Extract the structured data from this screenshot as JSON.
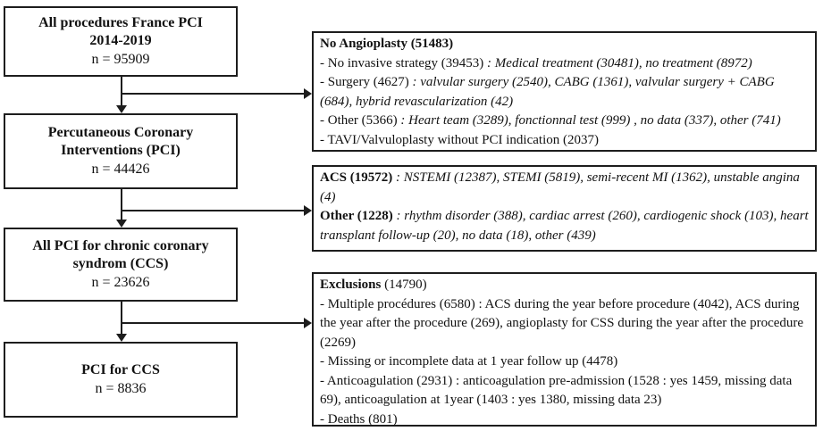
{
  "flowchart": {
    "left_boxes": [
      {
        "id": "all-procedures",
        "paragraphs": [
          [
            {
              "t": "All procedures France PCI",
              "b": true
            }
          ],
          [
            {
              "t": "2014-2019",
              "b": true
            }
          ],
          [
            {
              "t": "n = 95909"
            }
          ]
        ]
      },
      {
        "id": "pci",
        "paragraphs": [
          [
            {
              "t": "Percutaneous Coronary",
              "b": true
            }
          ],
          [
            {
              "t": "Interventions (PCI)",
              "b": true
            }
          ],
          [
            {
              "t": "n = 44426"
            }
          ]
        ]
      },
      {
        "id": "all-pci-ccs",
        "paragraphs": [
          [
            {
              "t": "All PCI for chronic coronary",
              "b": true
            }
          ],
          [
            {
              "t": "syndrom (CCS)",
              "b": true
            }
          ],
          [
            {
              "t": "n = 23626"
            }
          ]
        ]
      },
      {
        "id": "pci-for-ccs",
        "paragraphs": [
          [
            {
              "t": "PCI for CCS",
              "b": true
            }
          ],
          [
            {
              "t": "n = 8836"
            }
          ]
        ]
      }
    ],
    "right_boxes": [
      {
        "id": "no-angioplasty",
        "paragraphs": [
          [
            {
              "t": "No Angioplasty (51483)",
              "b": true
            }
          ],
          [
            {
              "t": "- No invasive strategy (39453) "
            },
            {
              "t": ": Medical treatment (30481), no treatment (8972)",
              "i": true
            }
          ],
          [
            {
              "t": "- Surgery (4627) "
            },
            {
              "t": ": valvular surgery (2540), CABG (1361), valvular surgery + CABG (684), hybrid revascularization (42)",
              "i": true
            }
          ],
          [
            {
              "t": "- Other (5366) "
            },
            {
              "t": ": Heart team (3289), fonctionnal test (999) , no data (337), other (741)",
              "i": true
            }
          ],
          [
            {
              "t": "- TAVI/Valvuloplasty without PCI indication (2037)"
            }
          ]
        ]
      },
      {
        "id": "acs-other",
        "paragraphs": [
          [
            {
              "t": "ACS (19572)",
              "b": true
            },
            {
              "t": " : NSTEMI (12387), STEMI (5819), semi-recent MI (1362), unstable angina (4)",
              "i": true
            }
          ],
          [
            {
              "t": "Other (1228)",
              "b": true
            },
            {
              "t": " : rhythm disorder (388), cardiac arrest (260), cardiogenic shock (103), heart transplant follow-up (20), no data (18), other (439)",
              "i": true
            }
          ]
        ]
      },
      {
        "id": "exclusions",
        "paragraphs": [
          [
            {
              "t": "Exclusions",
              "b": true
            },
            {
              "t": " (14790)"
            }
          ],
          [
            {
              "t": "- Multiple procédures (6580) : ACS during the year before procedure (4042), ACS during the year after the procedure (269), angioplasty for CSS during the year after the procedure (2269)"
            }
          ],
          [
            {
              "t": "- Missing or incomplete data at 1 year follow up (4478)"
            }
          ],
          [
            {
              "t": "- Anticoagulation (2931) : anticoagulation pre-admission (1528 : yes 1459, missing data 69), anticoagulation at 1year (1403 : yes 1380, missing data 23)"
            }
          ],
          [
            {
              "t": "- Deaths (801)"
            }
          ]
        ]
      }
    ],
    "colors": {
      "line": "#1d1d1d",
      "text": "#121212",
      "background": "#ffffff"
    }
  }
}
